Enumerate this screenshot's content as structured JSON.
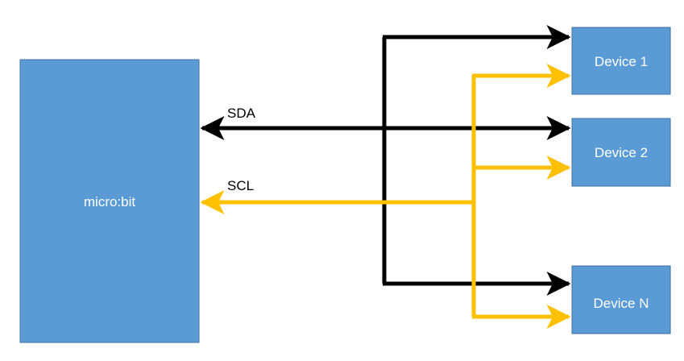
{
  "colors": {
    "box_fill": "#5B9BD5",
    "box_border": "#41719C",
    "sda_line": "#000000",
    "scl_line": "#FFC000",
    "box_text": "#FFFFFF",
    "label_text": "#000000"
  },
  "controller": {
    "label": "micro:bit"
  },
  "signals": {
    "sda_label": "SDA",
    "scl_label": "SCL"
  },
  "devices": [
    {
      "label": "Device 1"
    },
    {
      "label": "Device 2"
    },
    {
      "label": "Device N"
    }
  ]
}
